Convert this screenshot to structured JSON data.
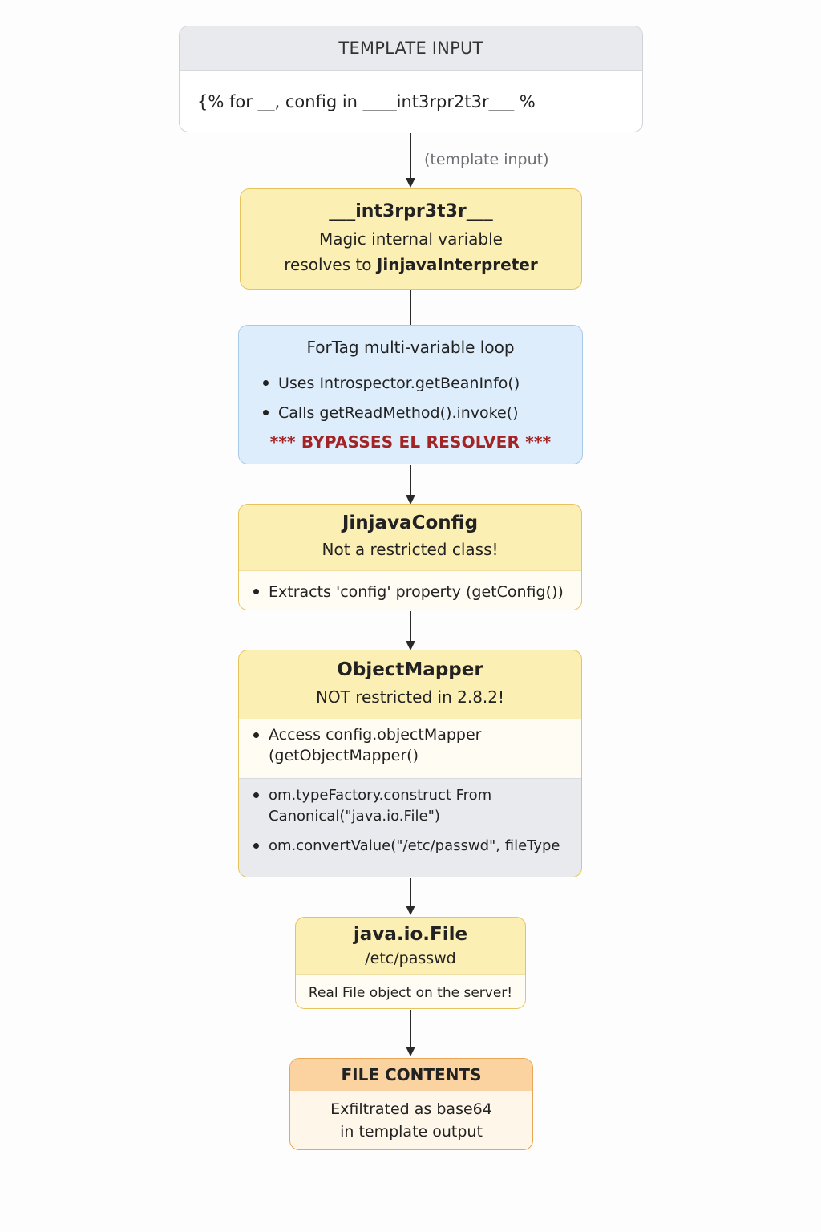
{
  "input": {
    "header": "TEMPLATE INPUT",
    "code": "{% for __, config in ____int3rpr2t3r___ %"
  },
  "arrow_label": "(template input)",
  "interpreter": {
    "name": "___int3rpr3t3r___",
    "line1": "Magic internal variable",
    "line2_prefix": "resolves to ",
    "line2_bold": "JinjavaInterpreter"
  },
  "fortag": {
    "title_bold": "ForTag",
    "title_rest": " multi-variable loop",
    "items": [
      {
        "prefix": "Uses ",
        "code": "Introspector.getBeanInfo()"
      },
      {
        "prefix": "Calls ",
        "code": "getReadMethod().invoke()"
      }
    ],
    "warning": "*** BYPASSES EL RESOLVER ***"
  },
  "config": {
    "title": "JinjavaConfig",
    "subtitle": "Not a restricted class!",
    "item": "Extracts 'config' property (getConfig())"
  },
  "mapper": {
    "title": "ObjectMapper",
    "subtitle": "NOT restricted in 2.8.2!",
    "item1_prefix": "Access ",
    "item1_code": "config.objectMapper",
    "item1_cont": "(getObjectMapper()",
    "item2_line1": "om.typeFactory.construct From",
    "item2_line2": "Canonical(\"java.io.File\")",
    "item3": "om.convertValue(\"/etc/passwd\", fileType"
  },
  "file": {
    "title": "java.io.File",
    "subtitle": "/etc/passwd",
    "note": "Real File object on the server!"
  },
  "contents": {
    "header": "FILE CONTENTS",
    "line1": "Exfiltrated as base64",
    "line2": "in template output"
  },
  "colors": {
    "arrow": "#2a2a2a",
    "warning": "#a32424",
    "yellow_fill": "#fcefb4",
    "blue_fill": "#deedfb",
    "orange_header": "#fbd3a0"
  }
}
